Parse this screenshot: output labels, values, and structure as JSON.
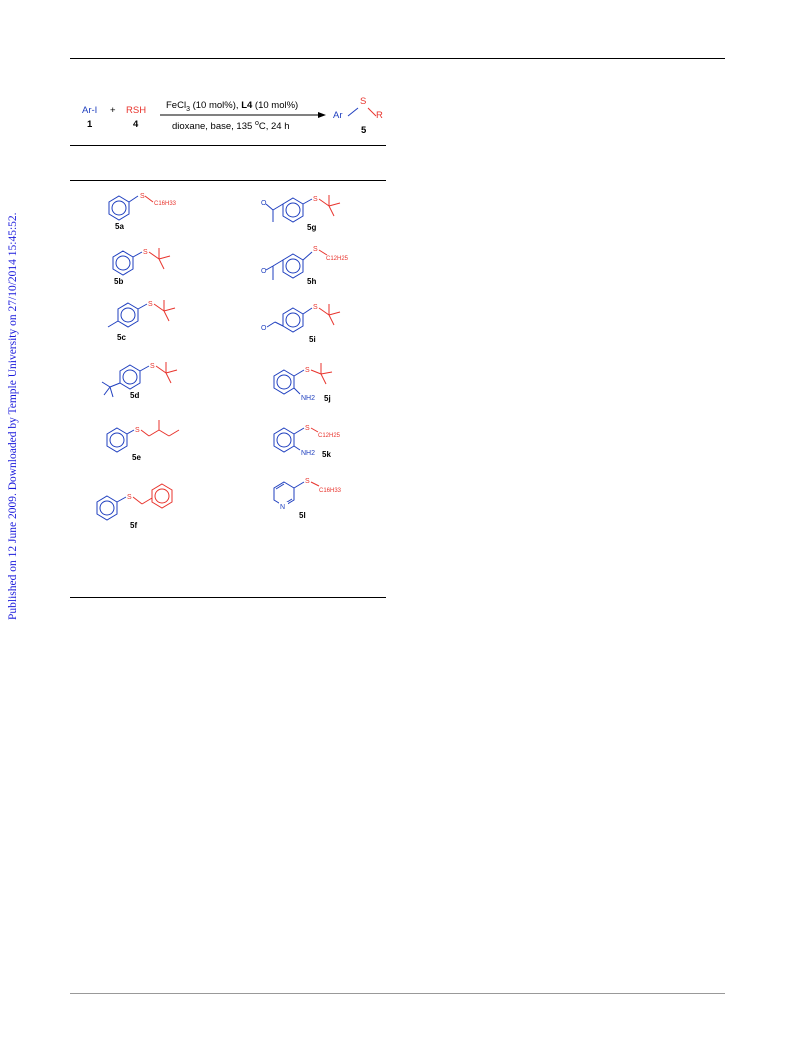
{
  "side_note": "Published on 12 June 2009. Downloaded by Temple University on 27/10/2014 15:45:52.",
  "scheme": {
    "arI": "Ar-I",
    "arI_num": "1",
    "plus": "+",
    "rsh": "RSH",
    "rsh_num": "4",
    "conditions_pre": "FeCl",
    "conditions_sub": "3",
    "conditions_mid": " (10 mol%), ",
    "conditions_ligand": "L4",
    "conditions_post": " (10 mol%)",
    "conditions_below_pre": "dioxane, base, 135 ",
    "conditions_below_sup": "o",
    "conditions_below_post": "C, 24 h",
    "product_ar": "Ar",
    "product_s": "S",
    "product_r": "R",
    "product_num": "5"
  },
  "compounds": {
    "c5a": {
      "label": "5a",
      "s": "S",
      "r": "C16H33"
    },
    "c5b": {
      "label": "5b",
      "s": "S"
    },
    "c5c": {
      "label": "5c",
      "s": "S"
    },
    "c5d": {
      "label": "5d",
      "s": "S"
    },
    "c5e": {
      "label": "5e",
      "s": "S"
    },
    "c5f": {
      "label": "5f",
      "s": "S"
    },
    "c5g": {
      "label": "5g",
      "s": "S",
      "o": "O"
    },
    "c5h": {
      "label": "5h",
      "s": "S",
      "o": "O",
      "r": "C12H25"
    },
    "c5i": {
      "label": "5i",
      "s": "S",
      "o": "O"
    },
    "c5j": {
      "label": "5j",
      "s": "S",
      "nh2": "NH2"
    },
    "c5k": {
      "label": "5k",
      "s": "S",
      "nh2": "NH2",
      "r": "C12H25"
    },
    "c5l": {
      "label": "5l",
      "s": "S",
      "n": "N",
      "r": "C16H33"
    }
  },
  "colors": {
    "aryl": "#1f3fbf",
    "thiol": "#e8332c",
    "text": "#000000"
  }
}
